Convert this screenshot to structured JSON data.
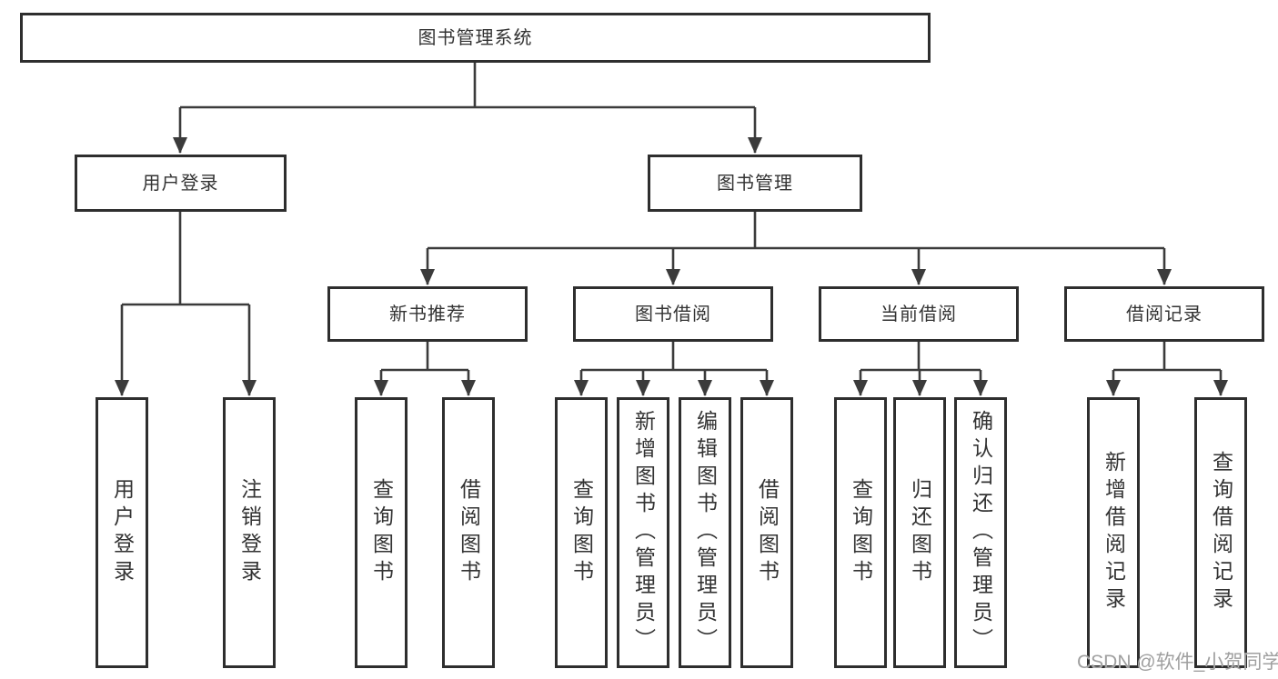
{
  "tree": {
    "root": {
      "label": "图书管理系统"
    },
    "children": [
      {
        "label": "用户登录",
        "children": [
          {
            "label": "用户登录"
          },
          {
            "label": "注销登录"
          }
        ]
      },
      {
        "label": "图书管理",
        "children": [
          {
            "label": "新书推荐",
            "children": [
              {
                "label": "查询图书"
              },
              {
                "label": "借阅图书"
              }
            ]
          },
          {
            "label": "图书借阅",
            "children": [
              {
                "label": "查询图书"
              },
              {
                "label": "新增图书（管理员）"
              },
              {
                "label": "编辑图书（管理员）"
              },
              {
                "label": "借阅图书"
              }
            ]
          },
          {
            "label": "当前借阅",
            "children": [
              {
                "label": "查询图书"
              },
              {
                "label": "归还图书"
              },
              {
                "label": "确认归还（管理员）"
              }
            ]
          },
          {
            "label": "借阅记录",
            "children": [
              {
                "label": "新增借阅记录"
              },
              {
                "label": "查询借阅记录"
              }
            ]
          }
        ]
      }
    ]
  },
  "watermark": {
    "text": "CSDN @软件_小贺同学"
  },
  "colors": {
    "line": "#3b3b3b",
    "border": "#2e2e2e",
    "text": "#333333",
    "watermark": "#9f9f9f",
    "background": "#ffffff"
  }
}
